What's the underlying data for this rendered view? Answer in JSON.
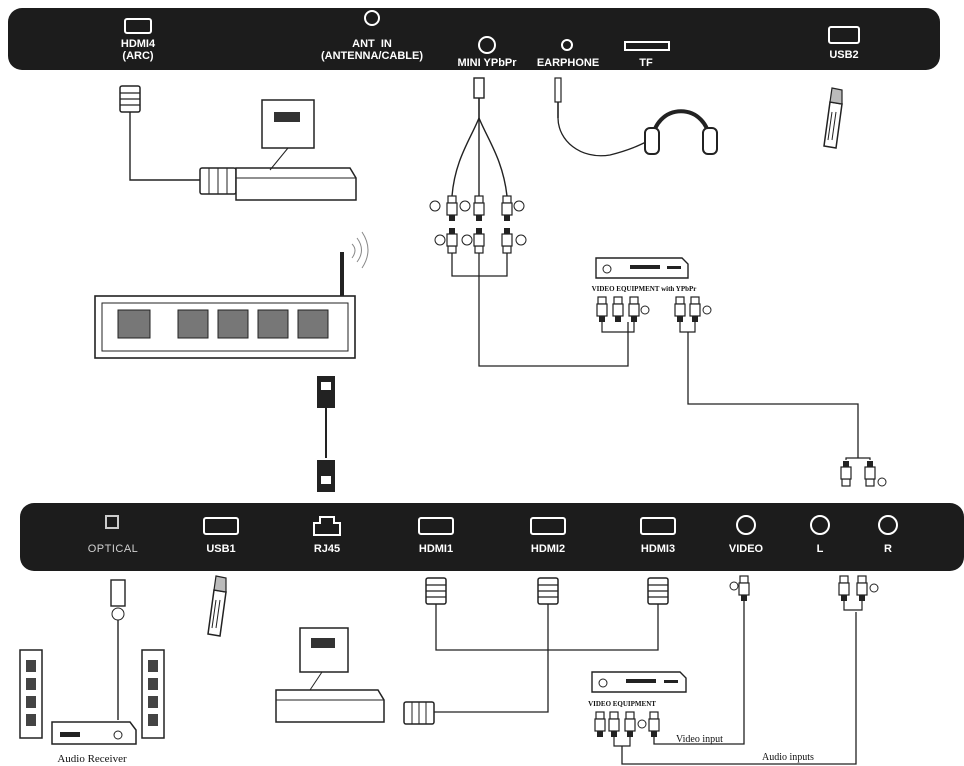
{
  "top_panel": {
    "ports": [
      {
        "label": "HDMI4\n(ARC)",
        "icon": "hdmi-port-icon"
      },
      {
        "label": "ANT  IN\n(ANTENNA/CABLE)",
        "icon": "antenna-port-icon"
      },
      {
        "label": "MINI YPbPr",
        "icon": "round-jack-icon"
      },
      {
        "label": "EARPHONE",
        "icon": "earphone-jack-icon"
      },
      {
        "label": "TF",
        "icon": "tf-slot-icon"
      },
      {
        "label": "USB2",
        "icon": "usb-port-icon"
      }
    ]
  },
  "bottom_panel": {
    "ports": [
      {
        "label": "OPTICAL",
        "icon": "optical-port-icon"
      },
      {
        "label": "USB1",
        "icon": "usb-port-icon"
      },
      {
        "label": "RJ45",
        "icon": "rj45-port-icon"
      },
      {
        "label": "HDMI1",
        "icon": "hdmi-port-icon"
      },
      {
        "label": "HDMI2",
        "icon": "hdmi-port-icon"
      },
      {
        "label": "HDMI3",
        "icon": "hdmi-port-icon"
      },
      {
        "label": "VIDEO",
        "icon": "round-jack-icon"
      },
      {
        "label": "L",
        "icon": "round-jack-icon"
      },
      {
        "label": "R",
        "icon": "round-jack-icon"
      }
    ]
  },
  "devices": {
    "ypbpr_equipment_label": "VIDEO EQUIPMENT with YPbPr",
    "video_equipment_label": "VIDEO EQUIPMENT",
    "video_input_label": "Video input",
    "audio_inputs_label": "Audio inputs",
    "audio_receiver_label": "Audio Receiver"
  },
  "colors": {
    "panel": "#1c1c1c",
    "panel_text": "#ffffff",
    "line": "#222222"
  }
}
